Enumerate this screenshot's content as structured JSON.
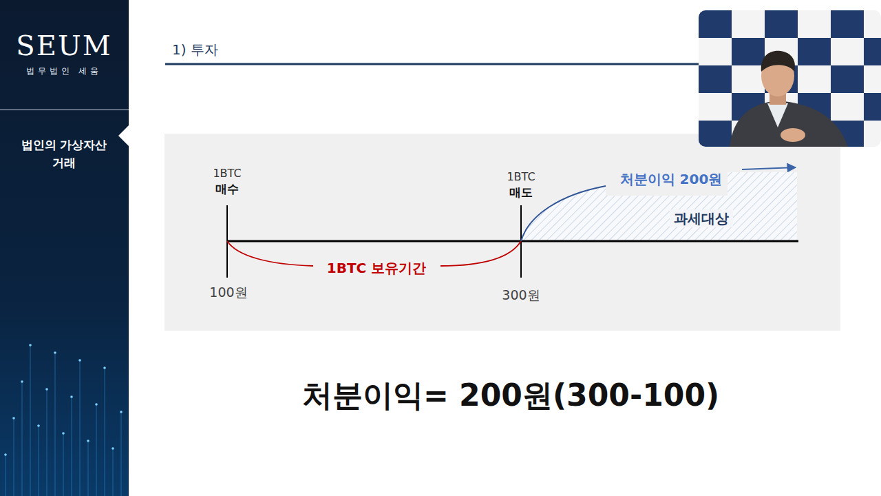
{
  "diagram": {
    "title": "1) 투자",
    "nodes": [
      {
        "text": [
          "SEUM",
          "법무법인 세움",
          "법인의 가상자산 거래"
        ]
      },
      {
        "text": [
          "과세대상"
        ]
      }
    ],
    "labels": [
      "1BTC",
      "매수",
      "1BTC",
      "매도",
      "100원",
      "300원",
      "1BTC 보유기간",
      "처분이익 200원",
      "처분이익= 200원(300-100)"
    ]
  }
}
